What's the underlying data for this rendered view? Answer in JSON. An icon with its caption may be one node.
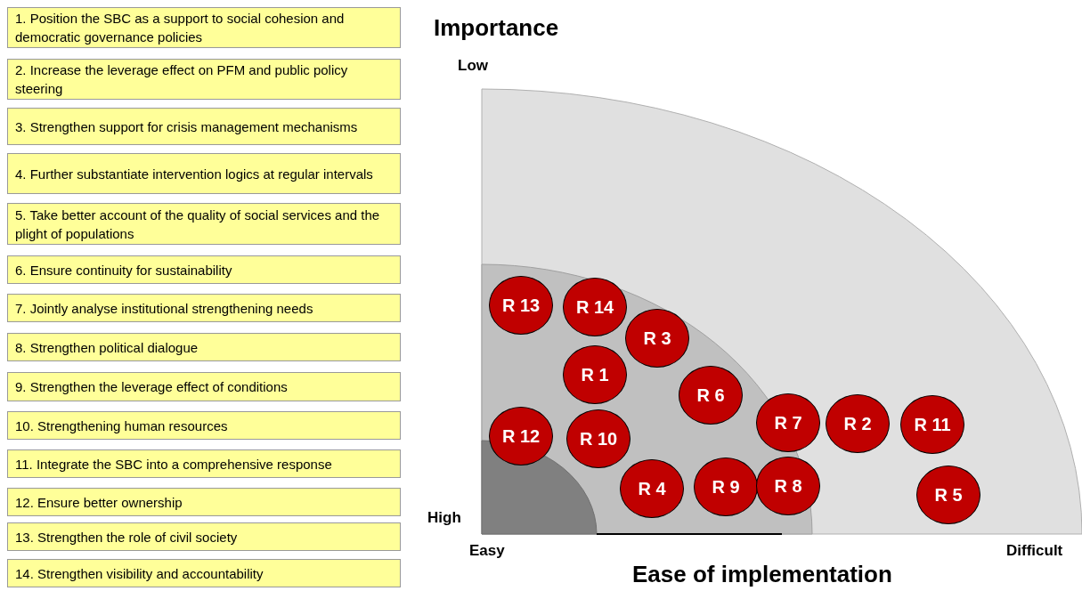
{
  "diagram": {
    "nodes": [
      {
        "text": [
          "1. Position the SBC as a support to social cohesion and democratic governance policies"
        ]
      },
      {
        "text": [
          "2. Increase the leverage effect on PFM and public policy steering"
        ]
      },
      {
        "text": [
          "3. Strengthen support for crisis management mechanisms"
        ]
      },
      {
        "text": [
          "4. Further substantiate intervention logics at regular intervals"
        ]
      },
      {
        "text": [
          "5. Take better account of the quality of social services and the plight of populations"
        ]
      },
      {
        "text": [
          "6. Ensure continuity for sustainability"
        ]
      },
      {
        "text": [
          "7. Jointly analyse institutional strengthening needs"
        ]
      },
      {
        "text": [
          "8. Strengthen political dialogue"
        ]
      },
      {
        "text": [
          "9. Strengthen the leverage effect of conditions"
        ]
      },
      {
        "text": [
          "10. Strengthening human resources"
        ]
      },
      {
        "text": [
          "11. Integrate the SBC into a comprehensive response"
        ]
      },
      {
        "text": [
          "12. Ensure better ownership"
        ]
      },
      {
        "text": [
          "13. Strengthen the role of civil society"
        ]
      },
      {
        "text": [
          "14. Strengthen visibility and accountability"
        ]
      },
      {
        "text": [
          "R 13"
        ]
      },
      {
        "text": [
          "R 14"
        ]
      },
      {
        "text": [
          "R 3"
        ]
      },
      {
        "text": [
          "R 1"
        ]
      },
      {
        "text": [
          "R 6"
        ]
      },
      {
        "text": [
          "R 7"
        ]
      },
      {
        "text": [
          "R 2"
        ]
      },
      {
        "text": [
          "R 11"
        ]
      },
      {
        "text": [
          "R 12"
        ]
      },
      {
        "text": [
          "R 10"
        ]
      },
      {
        "text": [
          "R 4"
        ]
      },
      {
        "text": [
          "R 9"
        ]
      },
      {
        "text": [
          "R 8"
        ]
      },
      {
        "text": [
          "R 5"
        ]
      }
    ],
    "labels": [
      "Importance",
      "Low",
      "High",
      "Easy",
      "Difficult",
      "Ease of implementation"
    ]
  }
}
